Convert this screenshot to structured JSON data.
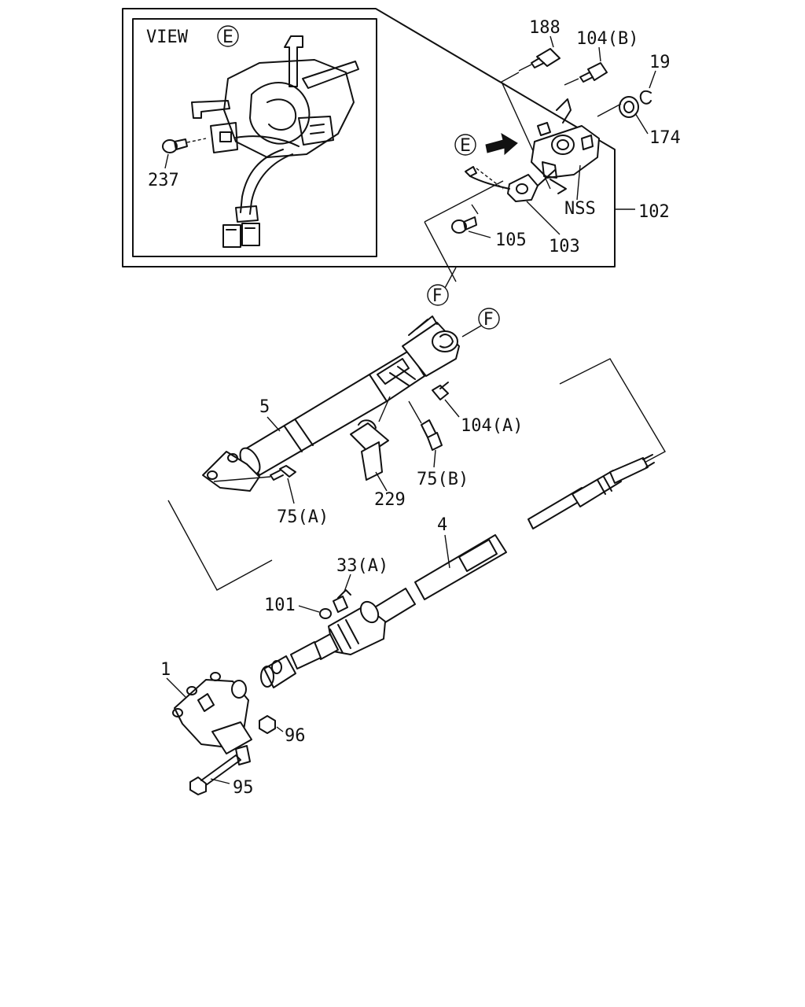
{
  "view_title": "VIEW",
  "view_ref": "E",
  "markers": {
    "e": "E",
    "f": "F"
  },
  "labels": {
    "p188": "188",
    "p104b": "104(B)",
    "p19": "19",
    "p174": "174",
    "pnss": "NSS",
    "p102": "102",
    "p105": "105",
    "p103": "103",
    "p237": "237",
    "p5": "5",
    "p104a": "104(A)",
    "p75b": "75(B)",
    "p229": "229",
    "p75a": "75(A)",
    "p4": "4",
    "p33a": "33(A)",
    "p101": "101",
    "p1": "1",
    "p96": "96",
    "p95": "95"
  }
}
